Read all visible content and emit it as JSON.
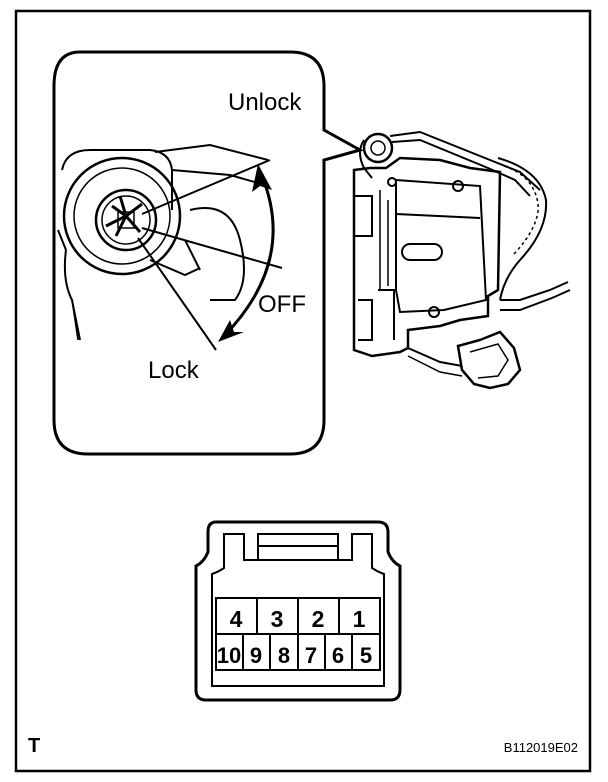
{
  "labels": {
    "unlock": "Unlock",
    "off": "OFF",
    "lock": "Lock"
  },
  "connector": {
    "top_row": [
      "4",
      "3",
      "2",
      "1"
    ],
    "bottom_row": [
      "10",
      "9",
      "8",
      "7",
      "6",
      "5"
    ]
  },
  "footer": {
    "corner_mark": "T",
    "figure_code": "B112019E02"
  },
  "colors": {
    "line": "#000000",
    "background": "#ffffff"
  }
}
